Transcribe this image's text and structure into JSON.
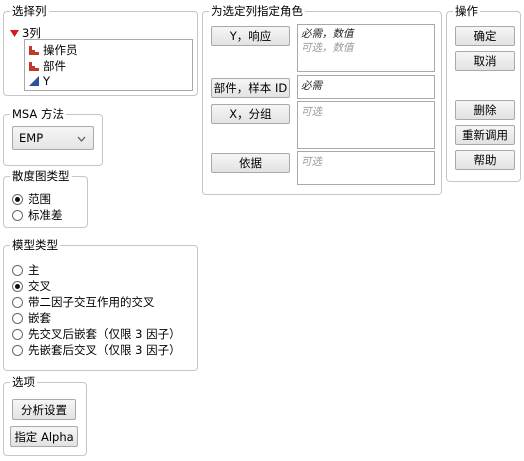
{
  "select_columns": {
    "title": "选择列",
    "count_label": "3列",
    "columns": [
      {
        "name": "操作员",
        "icon": "nominal-bar-icon"
      },
      {
        "name": "部件",
        "icon": "nominal-bar-icon"
      },
      {
        "name": "Y",
        "icon": "continuous-triangle-icon"
      }
    ]
  },
  "msa_method": {
    "title": "MSA 方法",
    "selected": "EMP"
  },
  "dispersion_chart": {
    "title": "散度图类型",
    "options": [
      {
        "label": "范围",
        "selected": true
      },
      {
        "label": "标准差",
        "selected": false
      }
    ]
  },
  "model_type": {
    "title": "模型类型",
    "options": [
      {
        "label": "主",
        "selected": false
      },
      {
        "label": "交叉",
        "selected": true
      },
      {
        "label": "带二因子交互作用的交叉",
        "selected": false
      },
      {
        "label": "嵌套",
        "selected": false
      },
      {
        "label": "先交叉后嵌套（仅限 3 因子）",
        "selected": false
      },
      {
        "label": "先嵌套后交叉（仅限 3 因子）",
        "selected": false
      }
    ]
  },
  "options": {
    "title": "选项",
    "analysis_settings": "分析设置",
    "specify_alpha": "指定 Alpha"
  },
  "cast_roles": {
    "title": "为选定列指定角色",
    "roles": [
      {
        "button": "Y，响应",
        "hint1": "必需，数值",
        "hint2": "可选，数值"
      },
      {
        "button": "部件，样本 ID",
        "hint1": "必需"
      },
      {
        "button": "X，分组",
        "hint1": "可选"
      },
      {
        "button": "依据",
        "hint1": "可选"
      }
    ]
  },
  "actions": {
    "title": "操作",
    "ok": "确定",
    "cancel": "取消",
    "remove": "删除",
    "recall": "重新调用",
    "help": "帮助"
  },
  "colors": {
    "bar_icon": "#c0392b",
    "triangle_icon": "#2b4fa3",
    "disclosure": "#d11f1f"
  }
}
